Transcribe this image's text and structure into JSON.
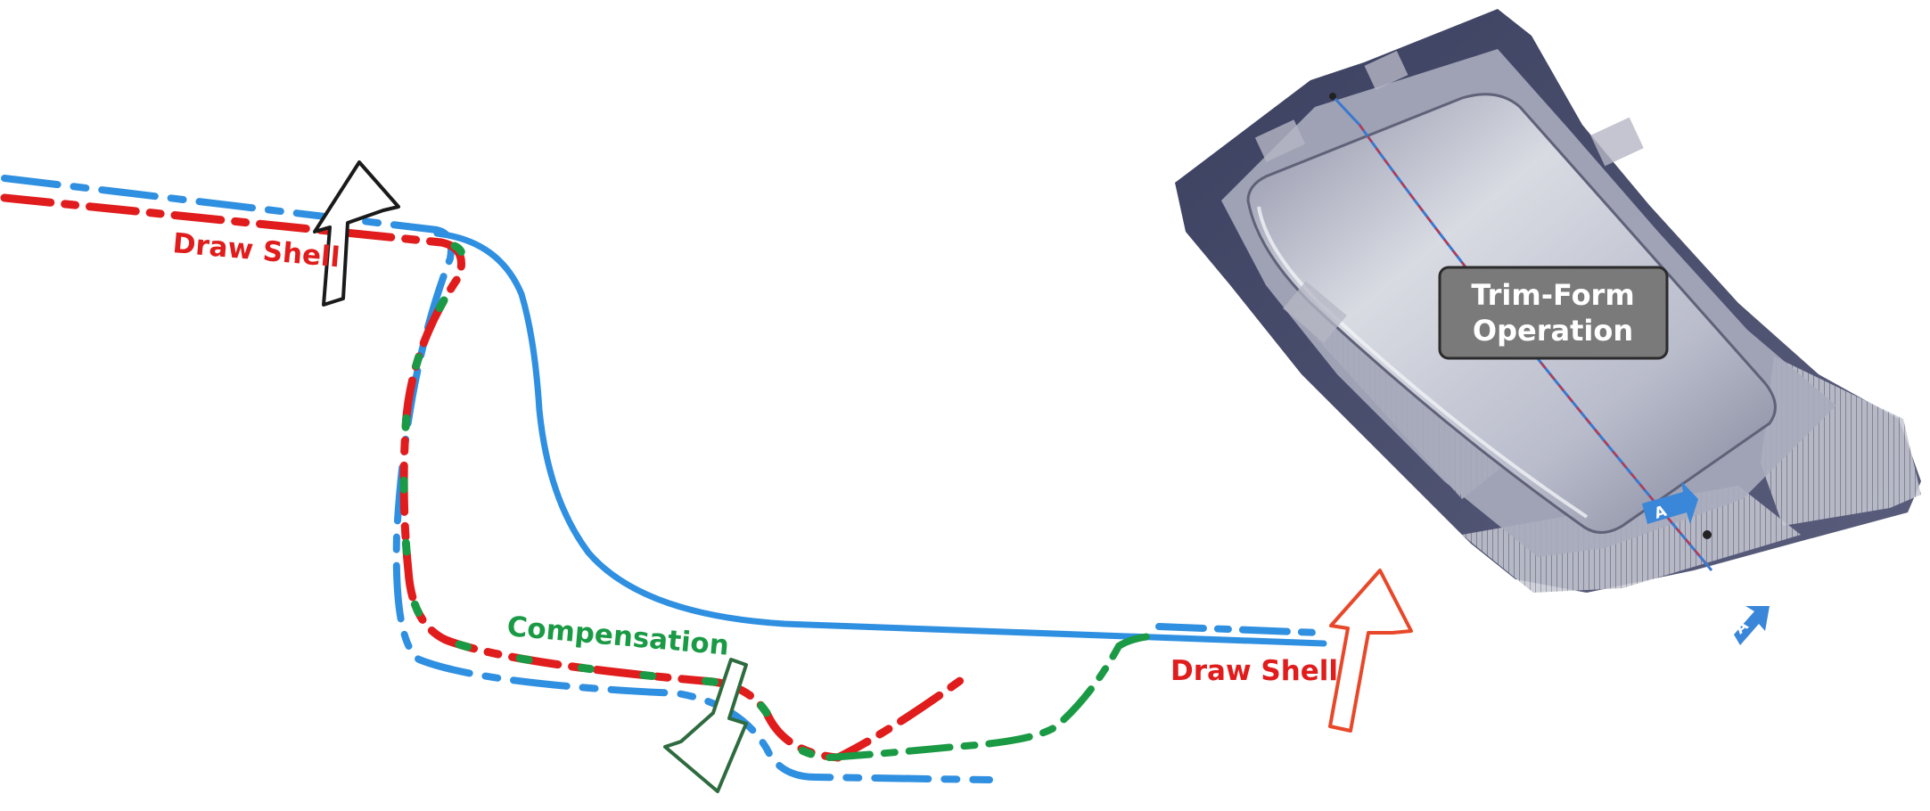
{
  "labels": {
    "draw_shell_left": "Draw Shell",
    "draw_shell_right": "Draw Shell",
    "compensation": "Compensation",
    "operation_line1": "Trim-Form",
    "operation_line2": "Operation",
    "section_marker_top": "A",
    "section_marker_bottom": "A"
  },
  "colors": {
    "blue_profile": "#2f8fe0",
    "red_profile": "#e01c1c",
    "green_profile": "#1a9a44",
    "draw_shell_text": "#e01c1c",
    "compensation_text": "#1a9a44",
    "black_arrow": "#1a1a1a",
    "red_arrow": "#e8482a",
    "green_arrow": "#2e6b3f",
    "operation_box": "#7a7a7a",
    "panel_flange": "#4b4f6e",
    "panel_body": "#c9ccd6",
    "section_marker": "#3a86d8"
  },
  "icons": {
    "up_arrow_black": "outline-arrow-up-icon",
    "up_arrow_red": "outline-arrow-up-icon",
    "down_arrow_green": "outline-arrow-down-icon",
    "section_marker": "section-arrow-icon"
  }
}
